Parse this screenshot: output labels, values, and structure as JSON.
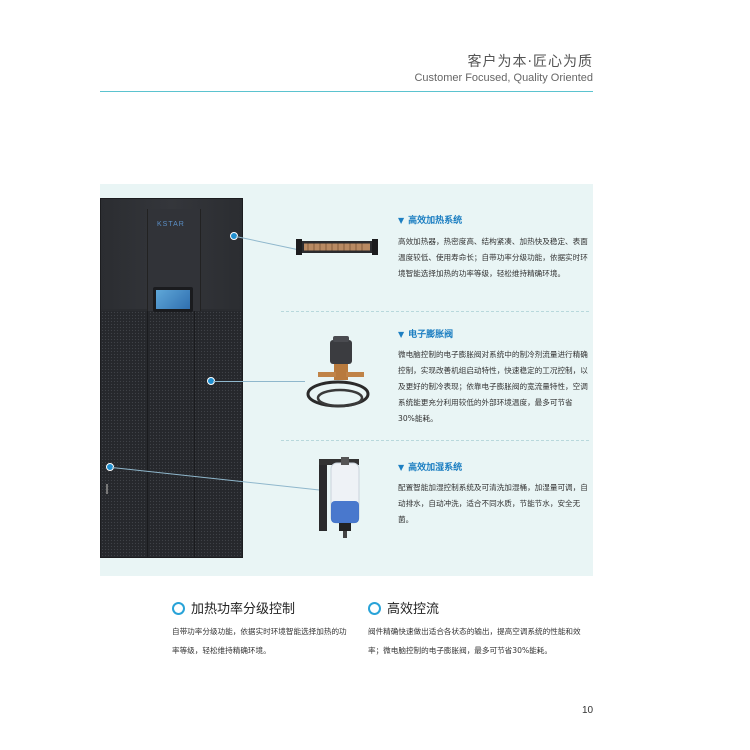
{
  "header": {
    "title_cn": "客户为本·匠心为质",
    "title_en": "Customer Focused, Quality Oriented"
  },
  "product": {
    "logo_text": "KSTAR"
  },
  "sections": [
    {
      "title": "高效加热系统",
      "body": "高效加热器，热密度高、结构紧凑、加热快及稳定、表面温度较低、使用寿命长；自带功率分级功能，依据实时环境智能选择加热的功率等级，轻松维持精确环境。"
    },
    {
      "title": "电子膨胀阀",
      "body": "微电脑控制的电子膨胀阀对系统中的制冷剂流量进行精确控制，实现改善机组启动特性，快速稳定的工况控制，以及更好的制冷表现；依靠电子膨胀阀的宽流量特性，空调系统能更充分利用较低的外部环境温度，最多可节省30%能耗。"
    },
    {
      "title": "高效加湿系统",
      "body": "配置智能加湿控制系统及可清洗加湿桶，加湿量可调，自动排水，自动冲洗，适合不同水质，节能节水，安全无菌。"
    }
  ],
  "features": [
    {
      "title": "加热功率分级控制",
      "body": "自带功率分级功能，依据实时环境智能选择加热的功率等级，轻松维持精确环境。"
    },
    {
      "title": "高效控流",
      "body": "阀件精确快速做出适合各状态的输出，提高空调系统的性能和效率；微电脑控制的电子膨胀阀，最多可节省30%能耗。"
    }
  ],
  "page_number": "10",
  "colors": {
    "accent": "#1d7fc2",
    "panel_bg": "#e9f5f5",
    "header_line": "#5bc3cf"
  }
}
